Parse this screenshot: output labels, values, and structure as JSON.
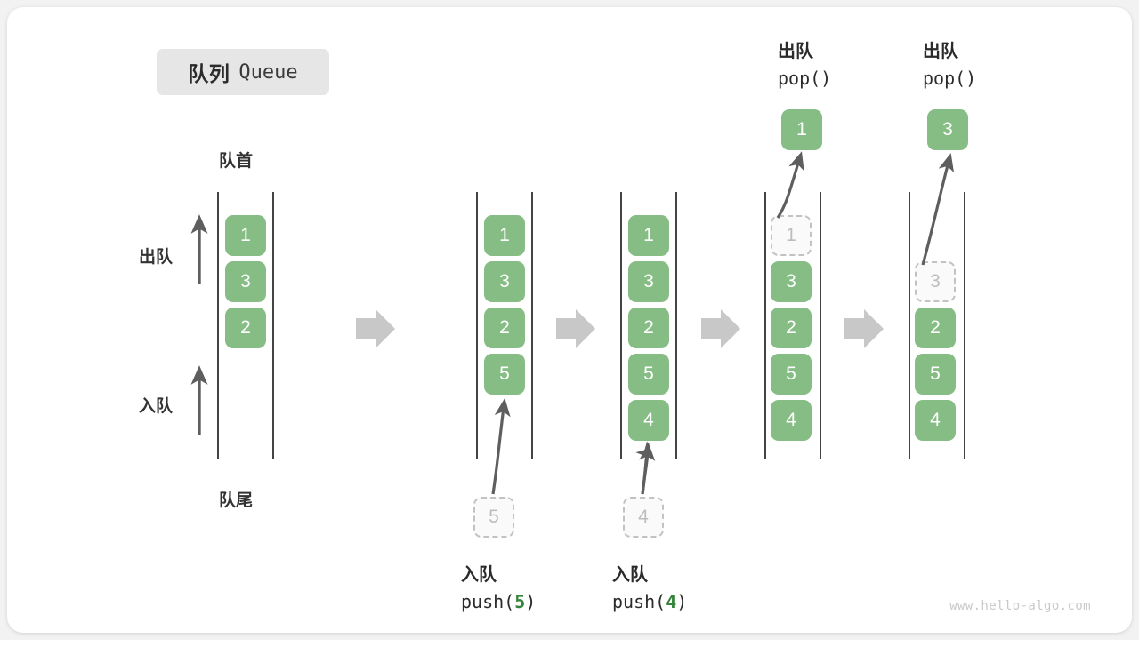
{
  "title": {
    "cn": "队列",
    "en": "Queue"
  },
  "labels": {
    "head": "队首",
    "tail": "队尾",
    "dequeue": "出队",
    "enqueue": "入队"
  },
  "watermark": "www.hello-algo.com",
  "colors": {
    "element": "#85bd84",
    "ghost_fill": "#fafafa",
    "ghost_border": "#c2c2c2",
    "rail": "#444444",
    "arrow": "#c8c8c8",
    "curve": "#5e5e5e",
    "accent_text": "#36843c",
    "card": "#ffffff",
    "page": "#f2f2f2"
  },
  "columns": [
    {
      "id": "initial",
      "items": [
        "1",
        "3",
        "2"
      ],
      "ghost_top": null,
      "ghost_bottom": null,
      "popped": null,
      "top_caption": null,
      "bottom_caption": null
    },
    {
      "id": "push-5",
      "items": [
        "1",
        "3",
        "2",
        "5"
      ],
      "ghost_top": null,
      "ghost_bottom": "5",
      "popped": null,
      "top_caption": null,
      "bottom_caption": {
        "cn": "入队",
        "call_prefix": "push(",
        "call_value": "5",
        "call_suffix": ")"
      }
    },
    {
      "id": "push-4",
      "items": [
        "1",
        "3",
        "2",
        "5",
        "4"
      ],
      "ghost_top": null,
      "ghost_bottom": "4",
      "popped": null,
      "top_caption": null,
      "bottom_caption": {
        "cn": "入队",
        "call_prefix": "push(",
        "call_value": "4",
        "call_suffix": ")"
      }
    },
    {
      "id": "pop-1",
      "items": [
        "3",
        "2",
        "5",
        "4"
      ],
      "ghost_top": "1",
      "ghost_bottom": null,
      "popped": "1",
      "top_caption": {
        "cn": "出队",
        "call": "pop()"
      },
      "bottom_caption": null
    },
    {
      "id": "pop-3",
      "items": [
        "2",
        "5",
        "4"
      ],
      "ghost_top": "3",
      "ghost_bottom": null,
      "popped": "3",
      "top_caption": {
        "cn": "出队",
        "call": "pop()"
      },
      "bottom_caption": null
    }
  ],
  "step_arrows": [
    {
      "name": "step-arrow-1"
    },
    {
      "name": "step-arrow-2"
    },
    {
      "name": "step-arrow-3"
    },
    {
      "name": "step-arrow-4"
    }
  ]
}
